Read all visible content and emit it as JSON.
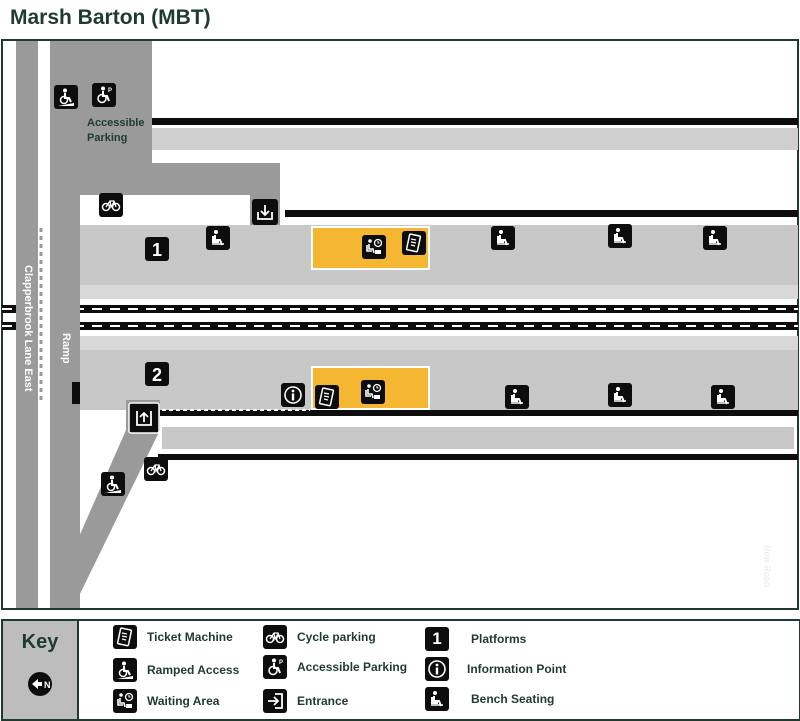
{
  "title": "Marsh Barton (MBT)",
  "map": {
    "road_west": "Clapperbrook Lane East",
    "ramp": "Ramp",
    "road_east": "New Road",
    "accessible_parking_label": "Accessible Parking",
    "platform_1": "1",
    "platform_2": "2"
  },
  "key": {
    "title": "Key",
    "items": [
      {
        "icon": "ticket-machine-icon",
        "label": "Ticket Machine"
      },
      {
        "icon": "ramped-access-icon",
        "label": "Ramped Access"
      },
      {
        "icon": "waiting-area-icon",
        "label": "Waiting Area"
      },
      {
        "icon": "cycle-parking-icon",
        "label": "Cycle parking"
      },
      {
        "icon": "accessible-parking-icon",
        "label": "Accessible Parking"
      },
      {
        "icon": "entrance-icon",
        "label": "Entrance"
      },
      {
        "icon": "platform-number-icon",
        "label": "Platforms",
        "glyph": "1"
      },
      {
        "icon": "information-point-icon",
        "label": "Information Point"
      },
      {
        "icon": "bench-seating-icon",
        "label": "Bench Seating"
      }
    ]
  },
  "colors": {
    "border": "#1f3b2e",
    "platform": "#c8c8c8",
    "path": "#9a9a9a",
    "waiting_shelter": "#f5b731",
    "icon_bg": "#0d0d0d"
  }
}
